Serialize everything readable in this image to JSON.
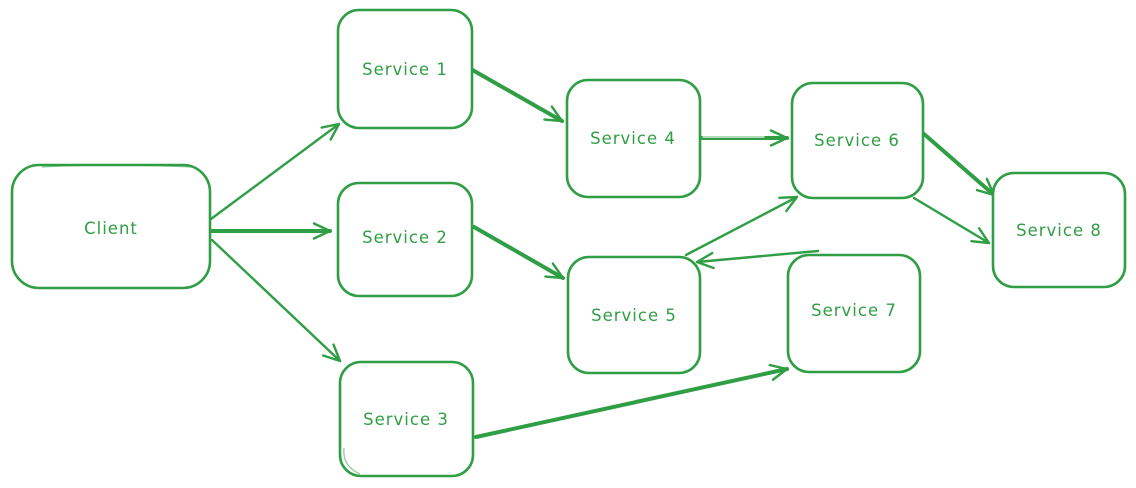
{
  "diagram": {
    "type": "service-flow-graph",
    "style": "hand-drawn",
    "accent_color": "#2f9e44",
    "background_color": "#ffffff",
    "nodes": {
      "client": {
        "label": "Client"
      },
      "service1": {
        "label": "Service 1"
      },
      "service2": {
        "label": "Service 2"
      },
      "service3": {
        "label": "Service 3"
      },
      "service4": {
        "label": "Service 4"
      },
      "service5": {
        "label": "Service 5"
      },
      "service6": {
        "label": "Service 6"
      },
      "service7": {
        "label": "Service 7"
      },
      "service8": {
        "label": "Service 8"
      }
    },
    "edges": [
      {
        "from": "Client",
        "to": "Service 1"
      },
      {
        "from": "Client",
        "to": "Service 2"
      },
      {
        "from": "Client",
        "to": "Service 3"
      },
      {
        "from": "Service 1",
        "to": "Service 4"
      },
      {
        "from": "Service 2",
        "to": "Service 5"
      },
      {
        "from": "Service 4",
        "to": "Service 6"
      },
      {
        "from": "Service 5",
        "to": "Service 6"
      },
      {
        "from": "Service 7",
        "to": "Service 5"
      },
      {
        "from": "Service 3",
        "to": "Service 7"
      },
      {
        "from": "Service 6",
        "to": "Service 8"
      },
      {
        "from": "Service 6",
        "to": "Service 8"
      }
    ]
  }
}
